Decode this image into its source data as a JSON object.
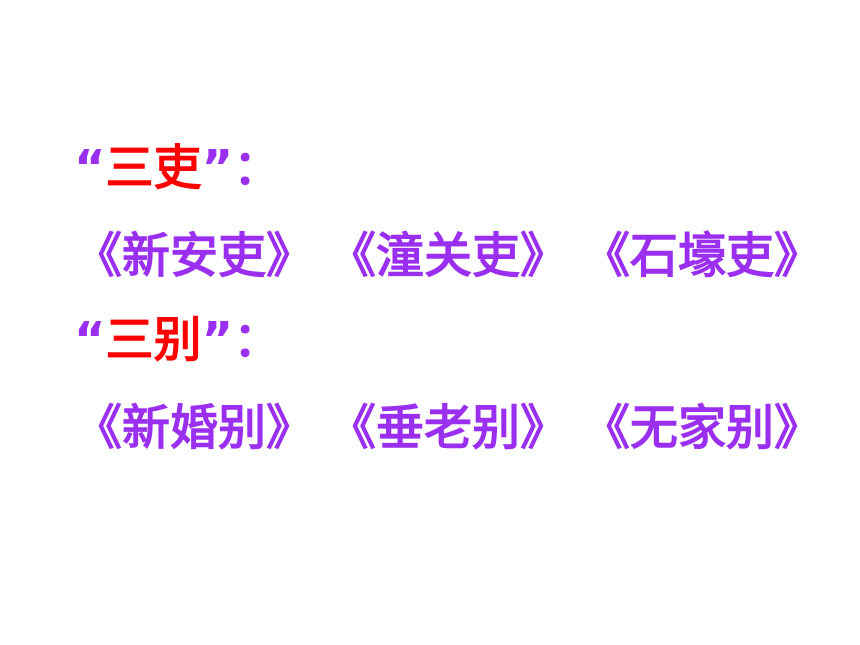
{
  "groups": [
    {
      "open_quote": "“",
      "keyword": "三吏",
      "close_quote": "”",
      "colon": "：",
      "titles": [
        "《新安吏》",
        "《潼关吏》",
        "《石壕吏》"
      ]
    },
    {
      "open_quote": "“",
      "keyword": "三别",
      "close_quote": "”",
      "colon": "：",
      "titles": [
        "《新婚别》",
        "《垂老别》",
        "《无家别》"
      ]
    }
  ],
  "colors": {
    "keyword": "#ff0000",
    "text": "#9b2ff0"
  }
}
